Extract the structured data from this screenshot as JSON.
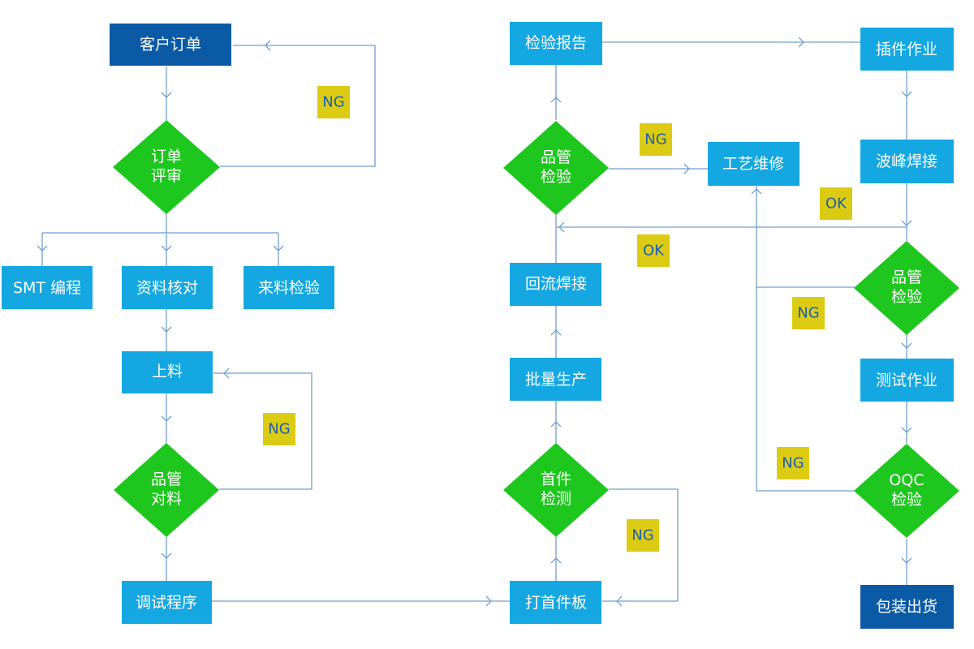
{
  "colors": {
    "terminal": "#0b5aa6",
    "process": "#14a7e2",
    "decision": "#1ec71e",
    "tag_bg": "#dccb13",
    "tag_text": "#1b5fae",
    "connector": "#6f9fd0"
  },
  "nodes": {
    "customer_order": "客户订单",
    "order_review": [
      "订单",
      "评审"
    ],
    "smt_programming": "SMT 编程",
    "data_check": "资料核对",
    "incoming_inspection": "来料检验",
    "loading": "上料",
    "qc_material_check": [
      "品管",
      "对料"
    ],
    "debug_program": "调试程序",
    "first_board": "打首件板",
    "first_article_test": [
      "首件",
      "检测"
    ],
    "mass_production": "批量生产",
    "reflow_soldering": "回流焊接",
    "qc_inspection_1": [
      "品管",
      "检验"
    ],
    "inspection_report": "检验报告",
    "process_repair": "工艺维修",
    "insertion": "插件作业",
    "wave_soldering": "波峰焊接",
    "qc_inspection_2": [
      "品管",
      "检验"
    ],
    "testing": "测试作业",
    "oqc_inspection": [
      "OQC",
      "检验"
    ],
    "pack_ship": "包装出货"
  },
  "tags": {
    "ng_order_review": "NG",
    "ng_material_check": "NG",
    "ng_first_article": "NG",
    "ng_qc_1": "NG",
    "ok_qc_1": "OK",
    "ok_wave": "OK",
    "ng_qc_2": "NG",
    "ng_oqc": "NG"
  }
}
